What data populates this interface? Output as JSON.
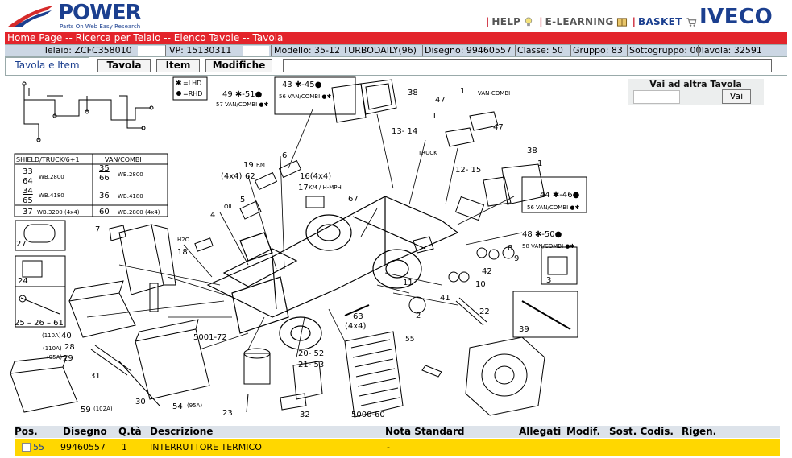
{
  "header": {
    "brand": "POWER",
    "tagline": "Parts On Web Easy Research",
    "nav": [
      {
        "label": "HELP"
      },
      {
        "label": "E-LEARNING"
      },
      {
        "label": "BASKET"
      }
    ],
    "right_brand": "IVECO"
  },
  "breadcrumb": "Home Page -- Ricerca per Telaio -- Elenco Tavole -- Tavola",
  "infobar": {
    "telaio": "Telaio: ZCFC358010",
    "vp": "VP: 15130311",
    "modello": "Modello: 35-12 TURBODAILY(96)",
    "disegno": "Disegno: 99460557",
    "classe": "Classe: 50",
    "gruppo": "Gruppo: 83",
    "sottogruppo": "Sottogruppo: 00",
    "tavola": "Tavola: 32591"
  },
  "tabs": {
    "active": "Tavola e Item",
    "buttons": [
      "Tavola",
      "Item",
      "Modifiche"
    ],
    "field_value": ""
  },
  "goto": {
    "label": "Vai ad altra Tavola",
    "input_value": "",
    "button": "Vai"
  },
  "drawing": {
    "legend_lhd": "=LHD",
    "legend_rhd": "=RHD",
    "table_head_left": "SHIELD/TRUCK/6+1",
    "table_head_right": "VAN/COMBI",
    "rows": [
      {
        "l1": "33",
        "l2": "64",
        "ltxt": "WB.2800",
        "r1": "35",
        "r2": "66",
        "rtxt": "WB.2800"
      },
      {
        "l1": "34",
        "l2": "65",
        "ltxt": "WB.4180",
        "r1": "36",
        "r2": "",
        "rtxt": "WB.4180"
      },
      {
        "l1": "37",
        "l2": "",
        "ltxt": "WB.3200 (4x4)",
        "r1": "60",
        "r2": "",
        "rtxt": "WB.2800 (4x4)"
      }
    ],
    "labels": {
      "l49": "49 ✱-51●",
      "l57": "57 VAN/COMBI ●✱",
      "l43": "43 ✱-45●",
      "l56": "56 VAN/COMBI ●✱",
      "l38a": "38",
      "l1a": "1",
      "l47a": "47",
      "l47b": "47",
      "van_combi_a": "VAN-COMBI",
      "l1b": "1",
      "l13": "13- 14",
      "truck": "TRUCK",
      "l12": "12- 15",
      "l38b": "38",
      "l1c": "1",
      "l44": "44 ✱-46●",
      "l56b": "56 VAN/COMBI ●✱",
      "l48": "48 ✱-50●",
      "l58": "58 VAN/COMBI ●✱",
      "l6": "6",
      "l19": "19",
      "rm": "RM",
      "l4x4a": "(4x4)",
      "l62": "62",
      "l16": "16(4x4)",
      "l17": "17",
      "kmh": "KM / H-MPH",
      "l5": "5",
      "oil": "OIL",
      "l4": "4",
      "l67": "67",
      "l7": "7",
      "l8": "8",
      "l9": "9",
      "h2o": "H2O",
      "l18": "18",
      "l27": "27",
      "l42": "42",
      "l10": "10",
      "l11": "11",
      "l3": "3",
      "l24": "24",
      "l41": "41",
      "l2": "2",
      "l22": "22",
      "l63": "63",
      "l4x4b": "(4x4)",
      "l25": "25 – 26 – 61",
      "l39": "39",
      "l110a": "(110A)",
      "l40": "40",
      "l5001": "5001-72",
      "l20": "20- 52",
      "l21": "21- 53",
      "l55": "55",
      "l28": "28",
      "l110b": "(110A)",
      "l95a": "(95A)",
      "l29": "29",
      "l31": "31",
      "l30": "30",
      "l54": "54",
      "l95b": "(95A)",
      "l59": "59",
      "l102a": "(102A)",
      "l23": "23",
      "l32": "32",
      "l5000": "5000-60"
    }
  },
  "table": {
    "headers": [
      "Pos.",
      "Disegno",
      "Q.tà",
      "Descrizione",
      "Nota Standard",
      "Allegati",
      "Modif.",
      "Sost. Codis.",
      "Rigen."
    ],
    "rows": [
      {
        "pos": "55",
        "disegno": "99460557",
        "qta": "1",
        "descrizione": "INTERRUTTORE TERMICO",
        "nota": "-"
      }
    ]
  }
}
